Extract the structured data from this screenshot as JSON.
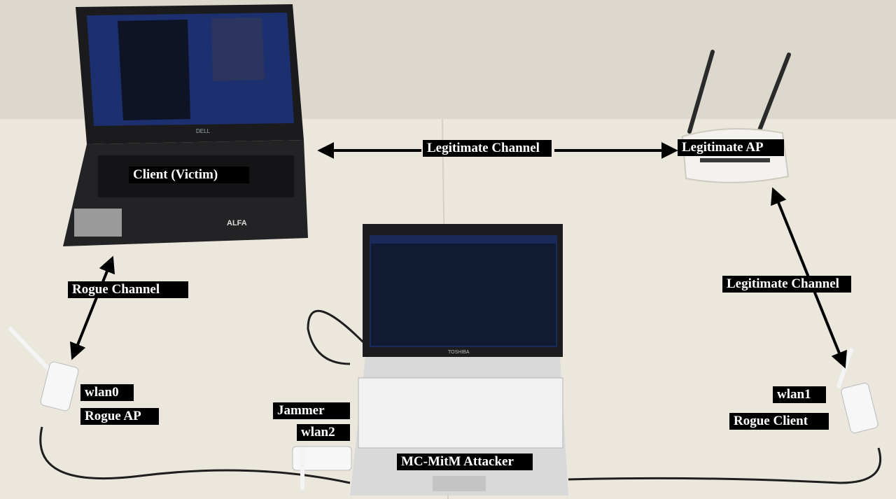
{
  "labels": {
    "legit_channel_top": "Legitimate Channel",
    "legit_ap": "Legitimate AP",
    "client_victim": "Client (Victim)",
    "rogue_channel": "Rogue Channel",
    "legit_channel_right": "Legitimate Channel",
    "wlan0": "wlan0",
    "rogue_ap": "Rogue AP",
    "jammer": "Jammer",
    "wlan2": "wlan2",
    "wlan1": "wlan1",
    "rogue_client": "Rogue Client",
    "mitm_attacker": "MC-MitM Attacker"
  },
  "brands": {
    "dell": "DELL",
    "alfa": "ALFA",
    "toshiba": "TOSHIBA"
  },
  "colors": {
    "background": "#e9e4da",
    "label_bg": "#000000",
    "label_text": "#ffffff",
    "arrow": "#000000",
    "screen_blue": "#1c2f6e"
  }
}
